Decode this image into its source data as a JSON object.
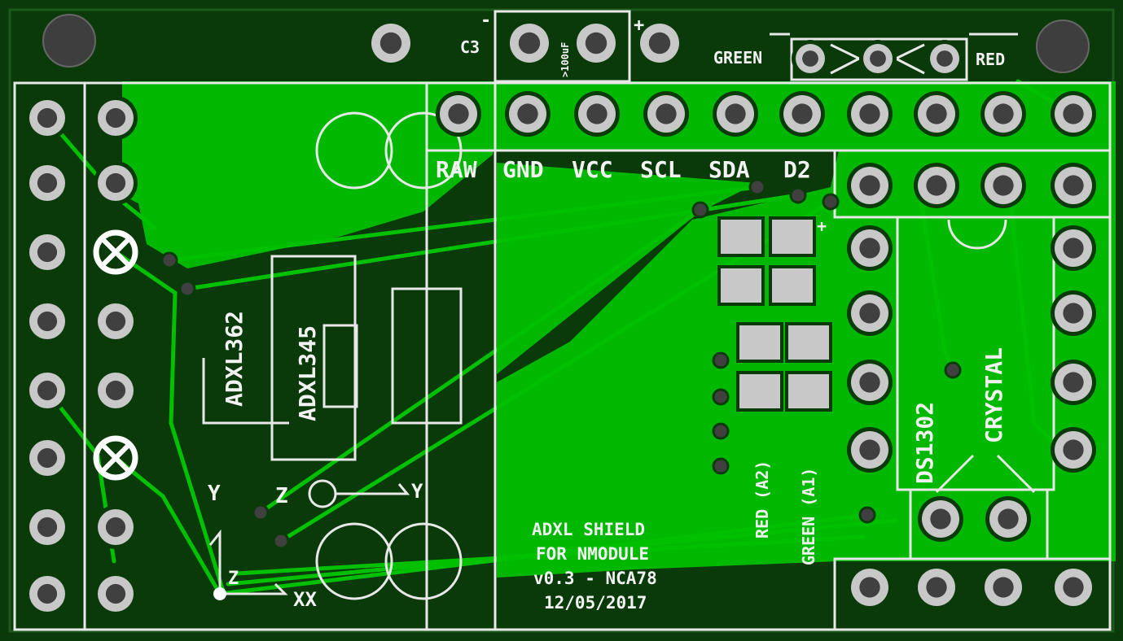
{
  "colors": {
    "board": "#0a3a0a",
    "copper": "#00b800",
    "pad": "#c8c8c8",
    "hole": "#404040",
    "silk": "#f2f2f2"
  },
  "top": {
    "cap_label": "C3",
    "cap_value": ">100uF",
    "minus": "-",
    "plus": "+",
    "led_green": "GREEN",
    "led_red": "RED"
  },
  "header_labels": [
    "RAW",
    "GND",
    "VCC",
    "SCL",
    "SDA",
    "D2"
  ],
  "chips": {
    "adxl362": "ADXL362",
    "adxl345": "ADXL345",
    "crystal": "CRYSTAL",
    "rtc": "DS1302"
  },
  "leds": {
    "red": "RED (A2)",
    "green": "GREEN (A1)",
    "plus": "+"
  },
  "axes": {
    "y1": "Y",
    "z1": "Z",
    "y2": "Y",
    "z2": "Z",
    "x2": "XX"
  },
  "info": {
    "line1": "ADXL SHIELD",
    "line2": "FOR NMODULE",
    "line3": "v0.3 - NCA78",
    "line4": "12/05/2017"
  }
}
